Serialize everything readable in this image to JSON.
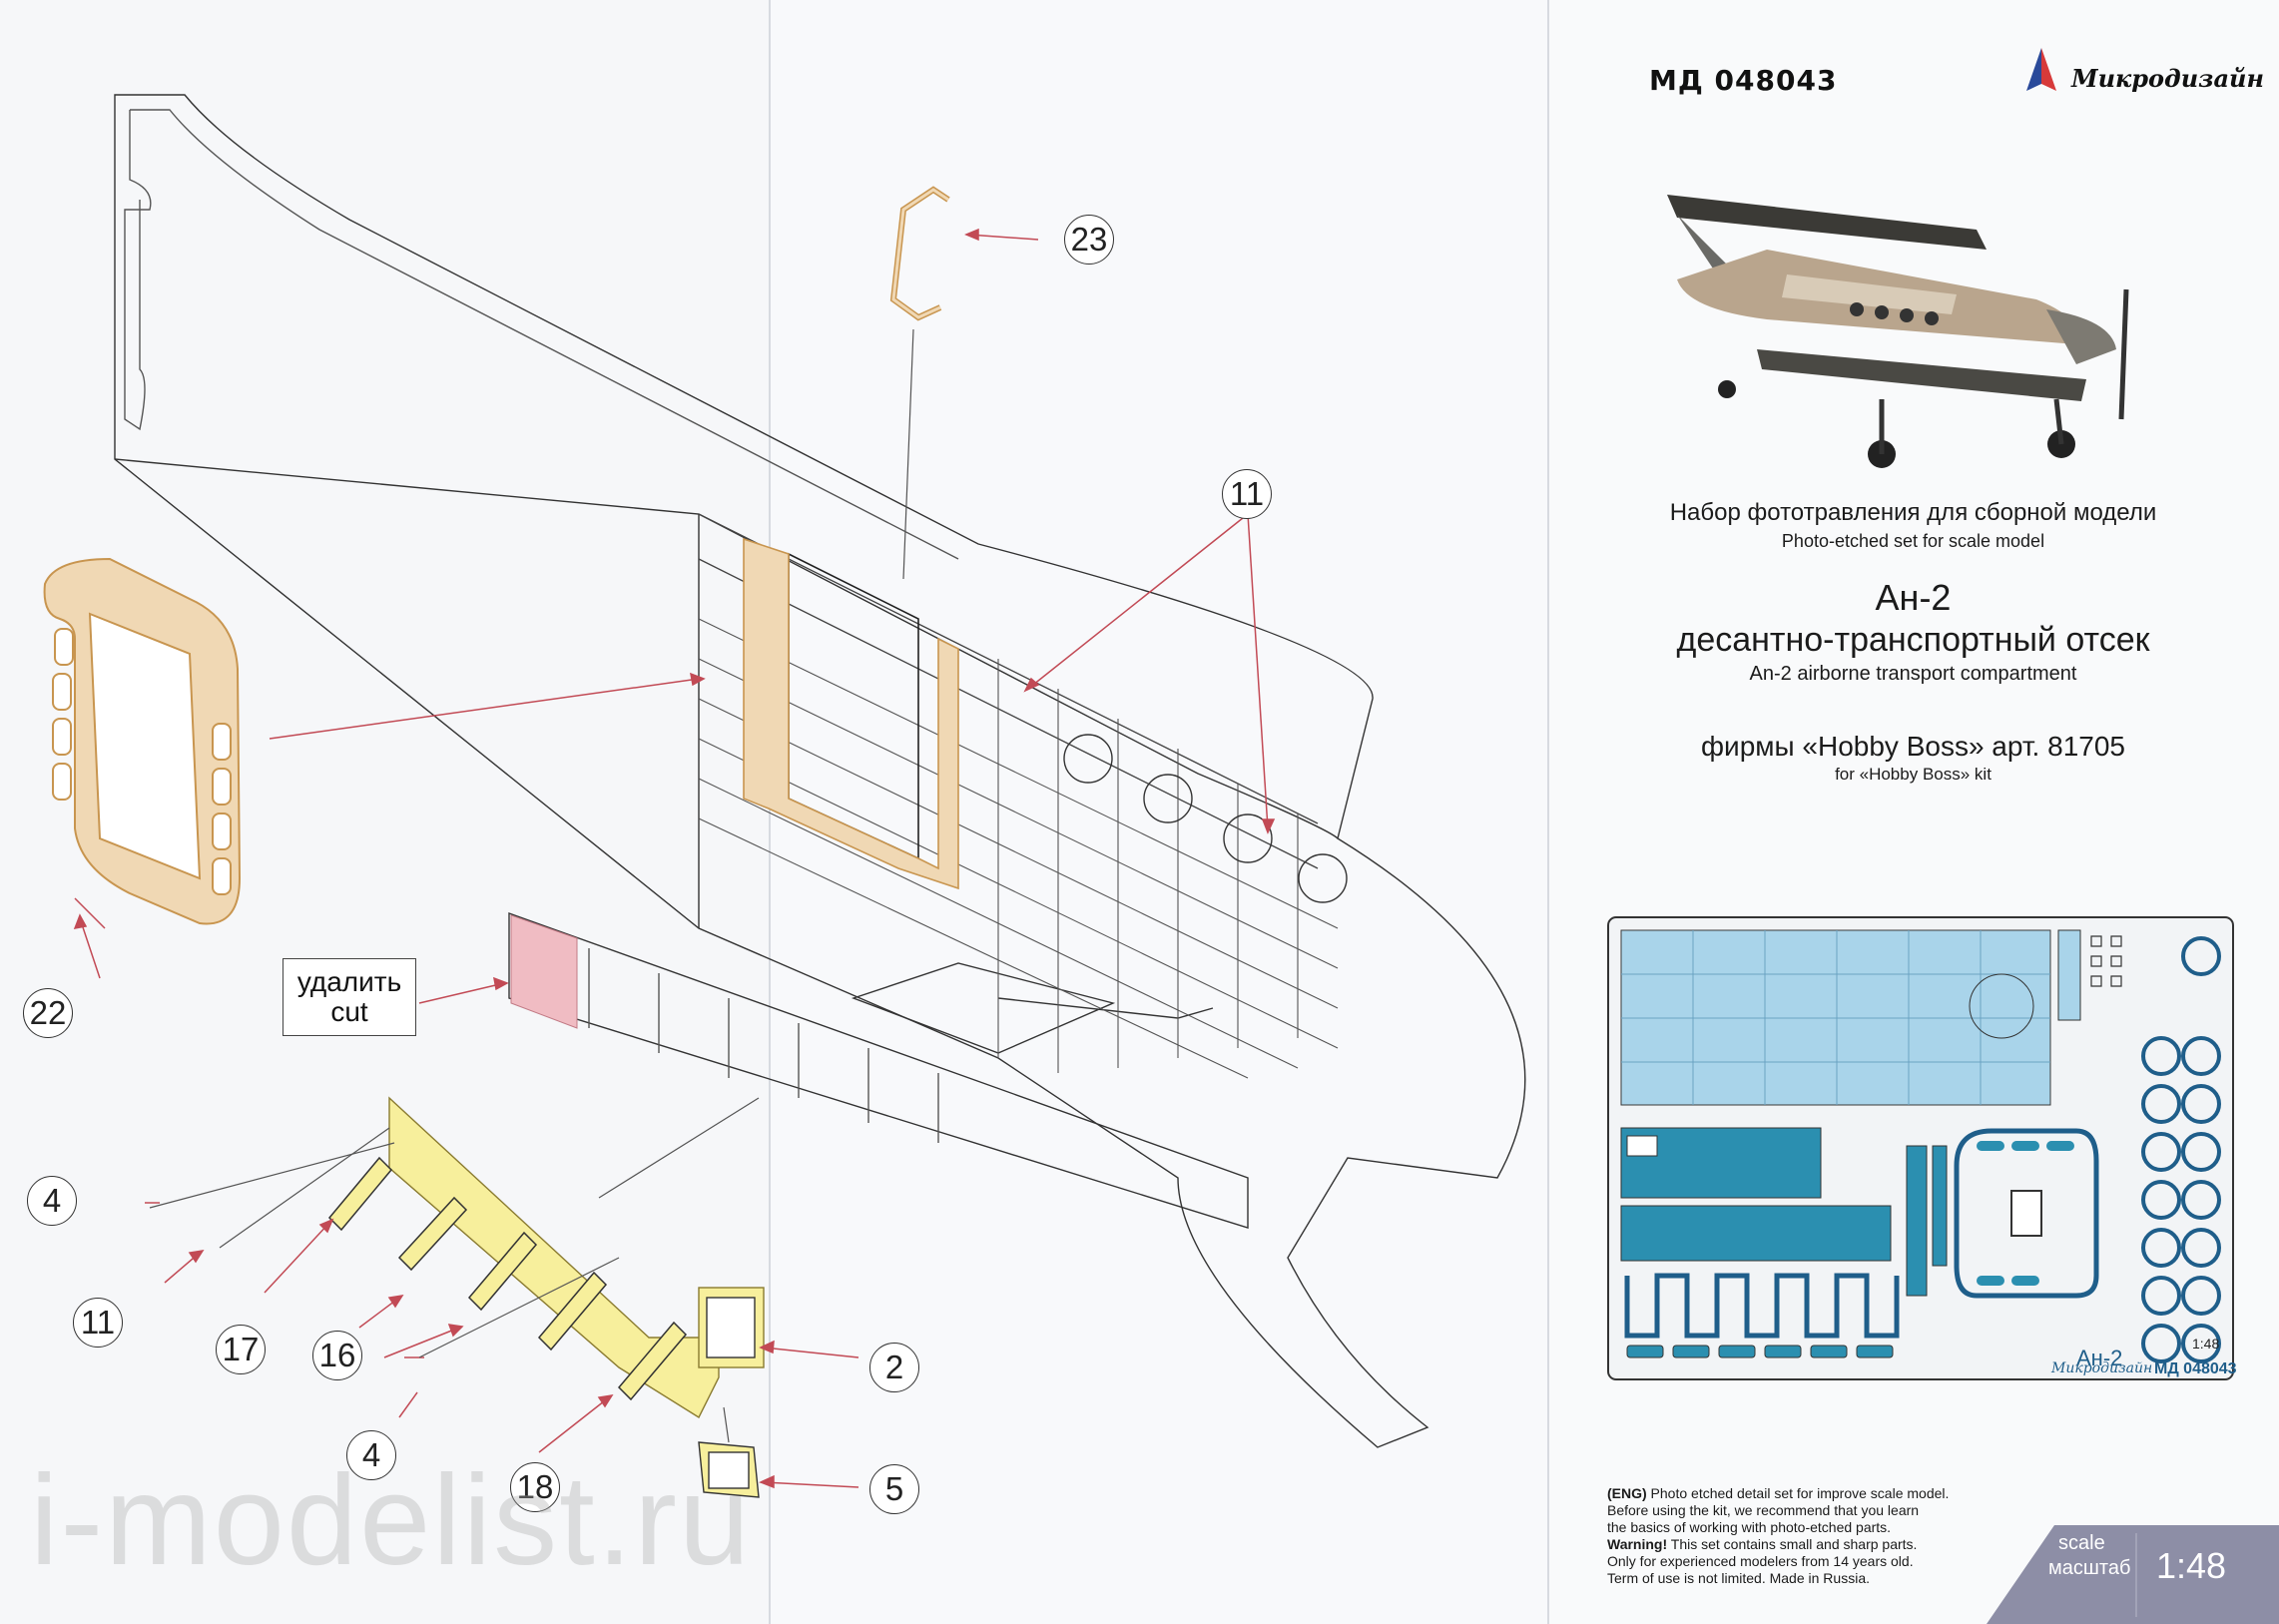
{
  "header": {
    "sku": "МД 048043",
    "brand": "Микродизайн"
  },
  "title_block": {
    "ru_set": "Набор фототравления для сборной модели",
    "en_set": "Photo-etched set for scale model",
    "kit_name": "Ан-2",
    "ru_compartment": "десантно-транспортный отсек",
    "en_compartment": "An-2 airborne transport compartment",
    "ru_firm": "фирмы «Hobby Boss» арт. 81705",
    "en_firm": "for «Hobby Boss» kit"
  },
  "callouts": {
    "c23": "23",
    "c11a": "11",
    "c22": "22",
    "c4a": "4",
    "c11b": "11",
    "c17": "17",
    "c16": "16",
    "c2": "2",
    "c4b": "4",
    "c18": "18",
    "c5": "5"
  },
  "cut_label": {
    "ru": "удалить",
    "en": "cut"
  },
  "fret": {
    "title": "Ан-2",
    "scale": "1:48",
    "brand": "Микродизайн",
    "sku": "МД 048043"
  },
  "warnings": {
    "l1_tag": "(ENG)",
    "l1": " Photo etched detail set for improve scale model.",
    "l2": "Before using the kit, we recommend that you learn",
    "l3": "the basics of working with photo-etched parts.",
    "l4_tag": "Warning!",
    "l4": " This set contains small and sharp parts.",
    "l5": "Only for experienced modelers from 14 years old.",
    "l6": "Term of use is not limited. Made in Russia."
  },
  "scale_badge": {
    "label_en": "scale",
    "label_ru": "масштаб",
    "value": "1:48"
  },
  "watermark": "i-modelist.ru",
  "colors": {
    "part_fill": "#f0d8b4",
    "part_stroke": "#c8954f",
    "panel_fill": "#f7ef9c",
    "cut_fill": "#f0bcc3",
    "fret_light": "#a9d4ea",
    "fret_dark": "#2b8fb0",
    "badge": "#8d8ea6"
  }
}
